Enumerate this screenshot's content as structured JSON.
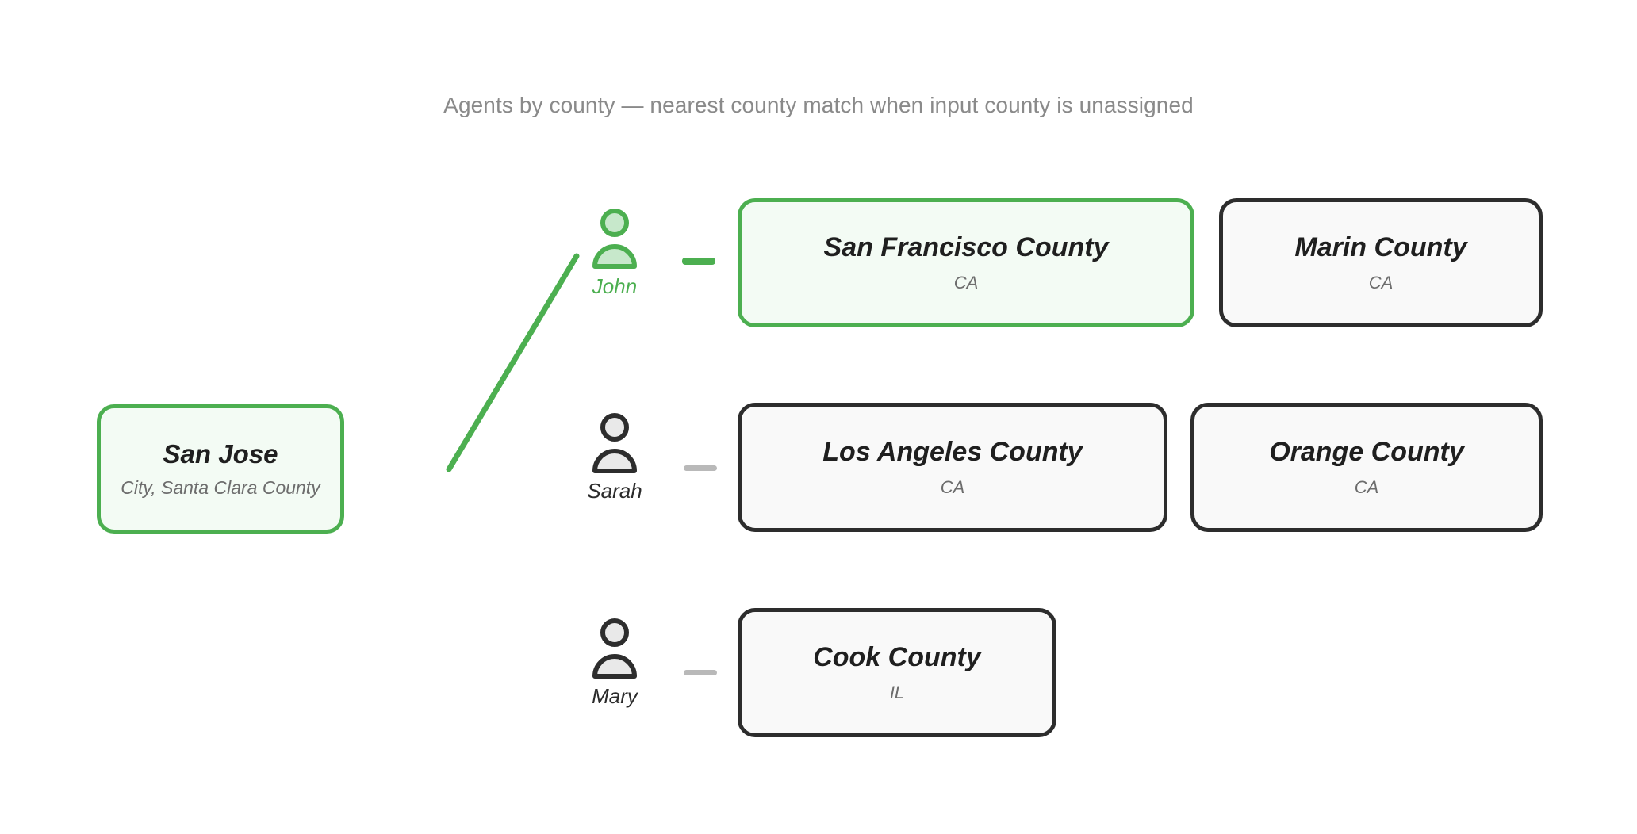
{
  "header": {
    "subtitle": "Agents by county — nearest county match when input county is unassigned"
  },
  "colors": {
    "accent_green": "#4CAF50",
    "highlight_fill": "#F3FBF4",
    "node_border": "#2D2D2D",
    "node_fill": "#F9F9F9",
    "muted_text": "#6D6D6D",
    "subtitle_text": "#8A8A8A",
    "connector_gray": "#B9B9B9"
  },
  "source_node": {
    "name": "San Jose",
    "meta": "City, Santa Clara County",
    "highlighted": true
  },
  "agents": [
    {
      "name": "John",
      "highlighted": true,
      "icon": "person-icon",
      "connector": "dash-connector",
      "counties": [
        {
          "name": "San Francisco County",
          "state": "CA",
          "highlighted": true
        },
        {
          "name": "Marin County",
          "state": "CA",
          "highlighted": false
        }
      ]
    },
    {
      "name": "Sarah",
      "highlighted": false,
      "icon": "person-icon",
      "connector": "dash-connector",
      "counties": [
        {
          "name": "Los Angeles County",
          "state": "CA",
          "highlighted": false
        },
        {
          "name": "Orange County",
          "state": "CA",
          "highlighted": false
        }
      ]
    },
    {
      "name": "Mary",
      "highlighted": false,
      "icon": "person-icon",
      "connector": "dash-connector",
      "counties": [
        {
          "name": "Cook County",
          "state": "IL",
          "highlighted": false
        }
      ]
    }
  ],
  "edges": [
    {
      "from": "San Jose",
      "to": "John",
      "highlighted": true
    }
  ]
}
